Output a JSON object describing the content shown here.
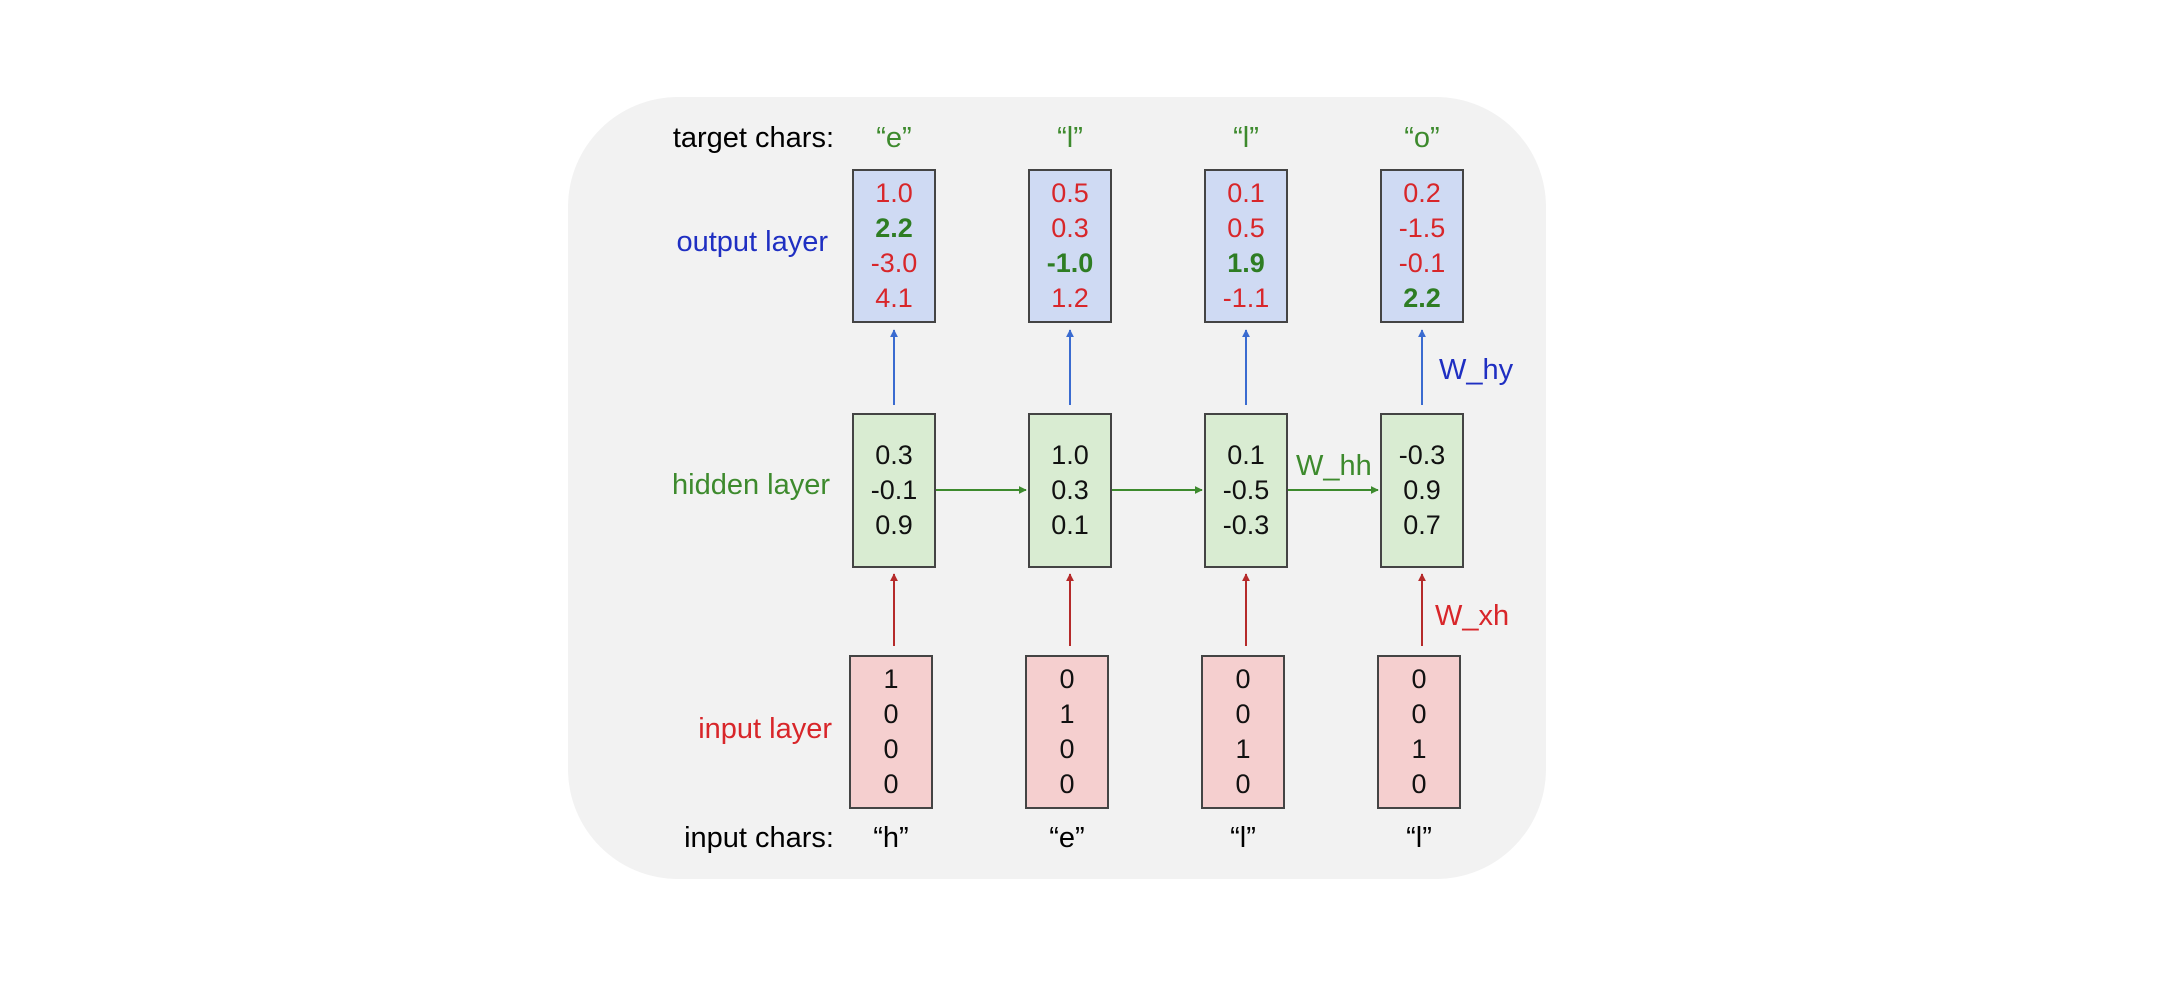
{
  "labels": {
    "target_chars": "target chars:",
    "output_layer": "output layer",
    "hidden_layer": "hidden layer",
    "input_layer": "input layer",
    "input_chars": "input chars:"
  },
  "weights": {
    "w_hy": "W_hy",
    "w_hh": "W_hh",
    "w_xh": "W_xh"
  },
  "colors": {
    "output_label": "#1f2fc2",
    "hidden_label": "#3d8a2d",
    "input_label": "#d8262a",
    "arrow_output": "#3a6bd0",
    "arrow_hidden": "#3d8a2d",
    "arrow_input": "#b52a2a"
  },
  "steps": [
    {
      "target": "“e”",
      "input_char": "“h”",
      "output": [
        {
          "v": "1.0",
          "hl": false
        },
        {
          "v": "2.2",
          "hl": true
        },
        {
          "v": "-3.0",
          "hl": false
        },
        {
          "v": "4.1",
          "hl": false
        }
      ],
      "hidden": [
        "0.3",
        "-0.1",
        "0.9"
      ],
      "input": [
        "1",
        "0",
        "0",
        "0"
      ]
    },
    {
      "target": "“l”",
      "input_char": "“e”",
      "output": [
        {
          "v": "0.5",
          "hl": false
        },
        {
          "v": "0.3",
          "hl": false
        },
        {
          "v": "-1.0",
          "hl": true
        },
        {
          "v": "1.2",
          "hl": false
        }
      ],
      "hidden": [
        "1.0",
        "0.3",
        "0.1"
      ],
      "input": [
        "0",
        "1",
        "0",
        "0"
      ]
    },
    {
      "target": "“l”",
      "input_char": "“l”",
      "output": [
        {
          "v": "0.1",
          "hl": false
        },
        {
          "v": "0.5",
          "hl": false
        },
        {
          "v": "1.9",
          "hl": true
        },
        {
          "v": "-1.1",
          "hl": false
        }
      ],
      "hidden": [
        "0.1",
        "-0.5",
        "-0.3"
      ],
      "input": [
        "0",
        "0",
        "1",
        "0"
      ]
    },
    {
      "target": "“o”",
      "input_char": "“l”",
      "output": [
        {
          "v": "0.2",
          "hl": false
        },
        {
          "v": "-1.5",
          "hl": false
        },
        {
          "v": "-0.1",
          "hl": false
        },
        {
          "v": "2.2",
          "hl": true
        }
      ],
      "hidden": [
        "-0.3",
        "0.9",
        "0.7"
      ],
      "input": [
        "0",
        "0",
        "1",
        "0"
      ]
    }
  ]
}
